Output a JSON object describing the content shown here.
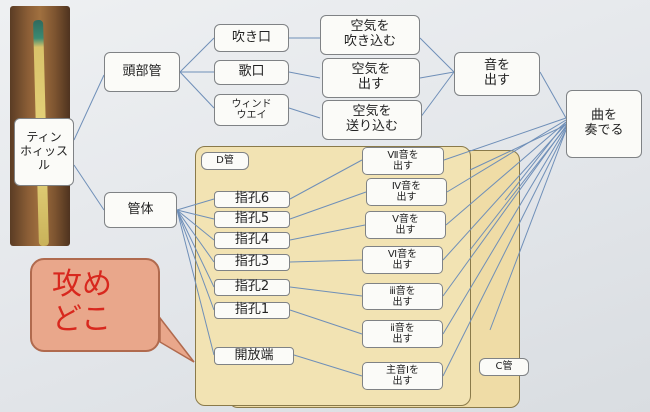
{
  "diagram": {
    "whistle_label": "ティン\nホィッスル",
    "head_joint": "頭部管",
    "body": "管体",
    "head_parts": [
      "吹き口",
      "歌口",
      "ウィンド\nウエイ"
    ],
    "head_actions": [
      "空気を\n吹き込む",
      "空気を\n出す",
      "空気を\n送り込む"
    ],
    "sound_out": "音を\n出す",
    "play_music": "曲を\n奏でる",
    "d_tube_tag": "D管",
    "c_tube_tag": "C管",
    "holes": [
      "指孔6",
      "指孔5",
      "指孔4",
      "指孔3",
      "指孔2",
      "指孔1",
      "開放端"
    ],
    "notes": [
      "Ⅶ音を\n出す",
      "Ⅳ音を\n出す",
      "Ⅴ音を\n出す",
      "Ⅵ音を\n出す",
      "ⅲ音を\n出す",
      "ⅱ音を\n出す",
      "主音Ⅰを\n出す"
    ]
  },
  "callout": {
    "text": "攻め\nどこ"
  },
  "colors": {
    "panel": "#f2e3b3",
    "callout_bg": "#e9a78b",
    "callout_text": "#d8281e",
    "line": "#6f8fb8"
  }
}
